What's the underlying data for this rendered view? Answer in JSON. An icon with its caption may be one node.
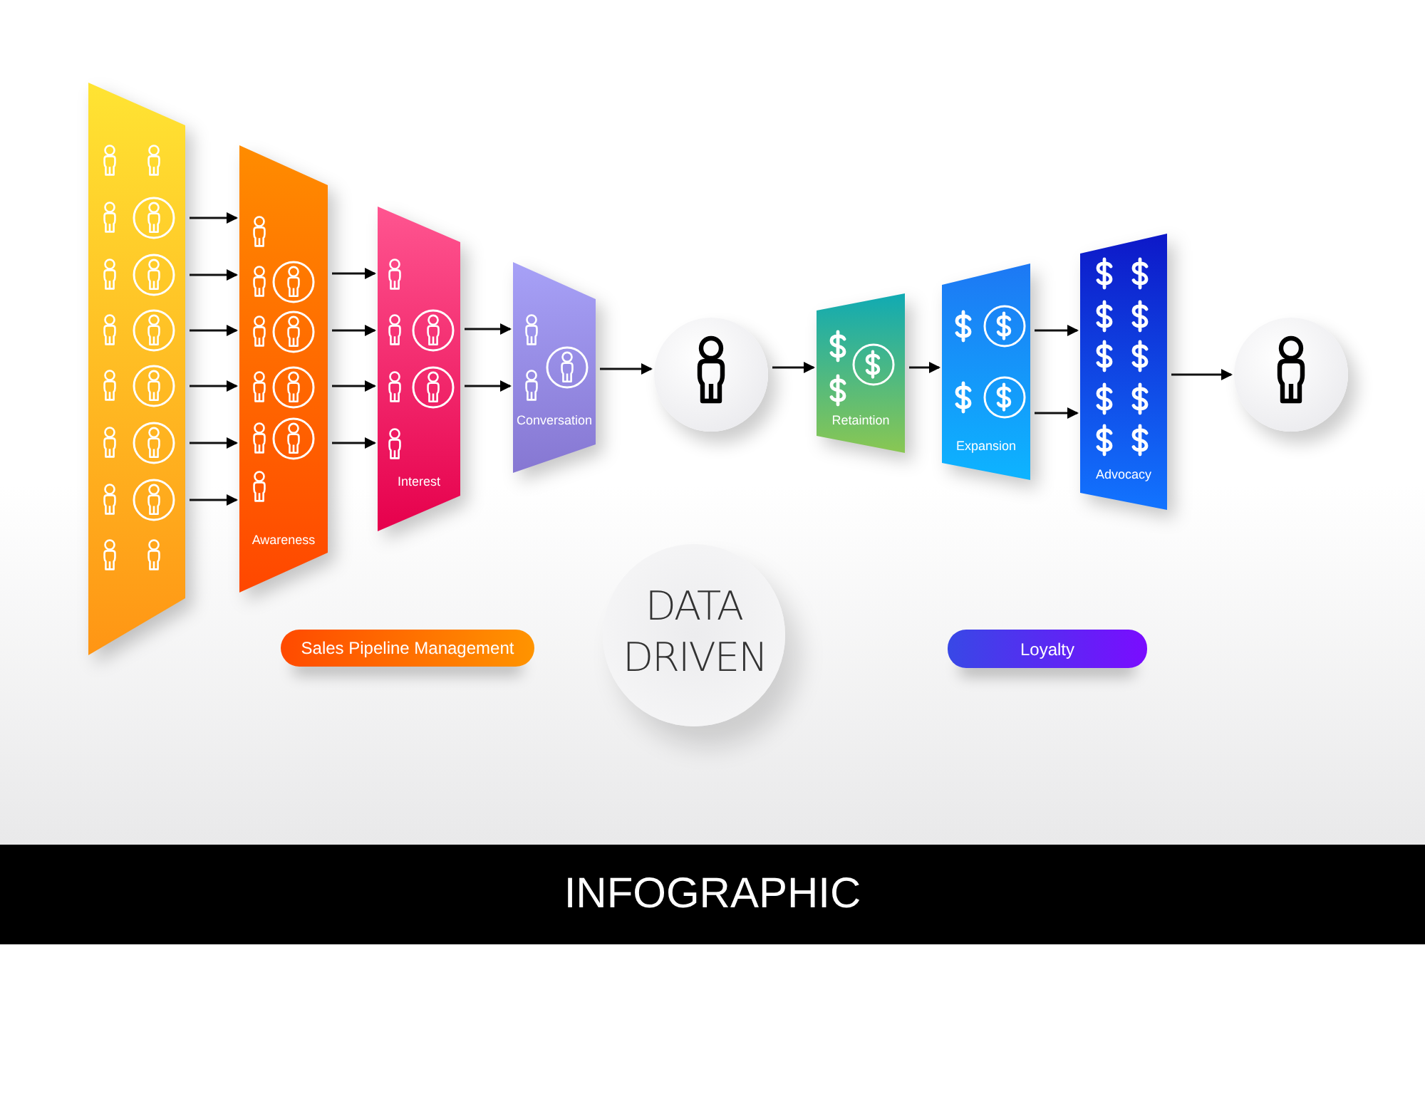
{
  "diagram": {
    "caption": "INFOGRAPHIC",
    "nodes": [
      {
        "text": [],
        "shape": "box"
      },
      {
        "text": [
          "Awareness"
        ]
      },
      {
        "text": [
          "Interest"
        ]
      },
      {
        "text": [
          "Conversation"
        ]
      },
      {
        "text": [],
        "shape": "circle"
      },
      {
        "text": [
          "Retaintion"
        ]
      },
      {
        "text": [
          "Expansion"
        ]
      },
      {
        "text": [
          "Advocacy"
        ]
      },
      {
        "text": [],
        "shape": "circle"
      },
      {
        "text": [
          "Sales Pipeline Management"
        ]
      },
      {
        "text": [
          "DATA DRIVEN"
        ]
      },
      {
        "text": [
          "Loyalty"
        ]
      }
    ],
    "edges": [
      {
        "from": 0,
        "to": 1,
        "arrow": "to"
      },
      {
        "from": 0,
        "to": 1,
        "arrow": "to"
      },
      {
        "from": 0,
        "to": 1,
        "arrow": "to"
      },
      {
        "from": 0,
        "to": 1,
        "arrow": "to"
      },
      {
        "from": 0,
        "to": 1,
        "arrow": "to"
      },
      {
        "from": 0,
        "to": 1,
        "arrow": "to"
      },
      {
        "from": 1,
        "to": 2,
        "arrow": "to"
      },
      {
        "from": 1,
        "to": 2,
        "arrow": "to"
      },
      {
        "from": 1,
        "to": 2,
        "arrow": "to"
      },
      {
        "from": 1,
        "to": 2,
        "arrow": "to"
      },
      {
        "from": 2,
        "to": 3,
        "arrow": "to"
      },
      {
        "from": 2,
        "to": 3,
        "arrow": "to"
      },
      {
        "from": 3,
        "to": 4,
        "arrow": "to"
      },
      {
        "from": 4,
        "to": 5,
        "arrow": "to"
      },
      {
        "from": 5,
        "to": 6,
        "arrow": "to"
      },
      {
        "from": 6,
        "to": 7,
        "arrow": "to"
      },
      {
        "from": 6,
        "to": 7,
        "arrow": "to"
      },
      {
        "from": 7,
        "to": 8,
        "arrow": "to"
      }
    ]
  }
}
